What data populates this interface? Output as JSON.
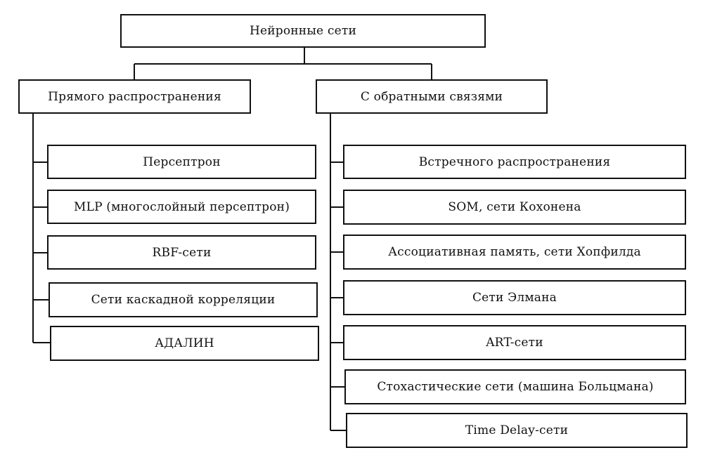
{
  "root": {
    "label": "Нейронные сети"
  },
  "branches": [
    {
      "label": "Прямого распространения",
      "children": [
        "Персептрон",
        "MLP (многослойный персептрон)",
        "RBF-сети",
        "Сети каскадной корреляции",
        "АДАЛИН"
      ]
    },
    {
      "label": "С обратными связями",
      "children": [
        "Встречного распространения",
        "SOM, сети Кохонена",
        "Ассоциативная память, сети Хопфилда",
        "Сети Элмана",
        "ART-сети",
        "Стохастические сети (машина Больцмана)",
        "Time Delay-сети"
      ]
    }
  ]
}
